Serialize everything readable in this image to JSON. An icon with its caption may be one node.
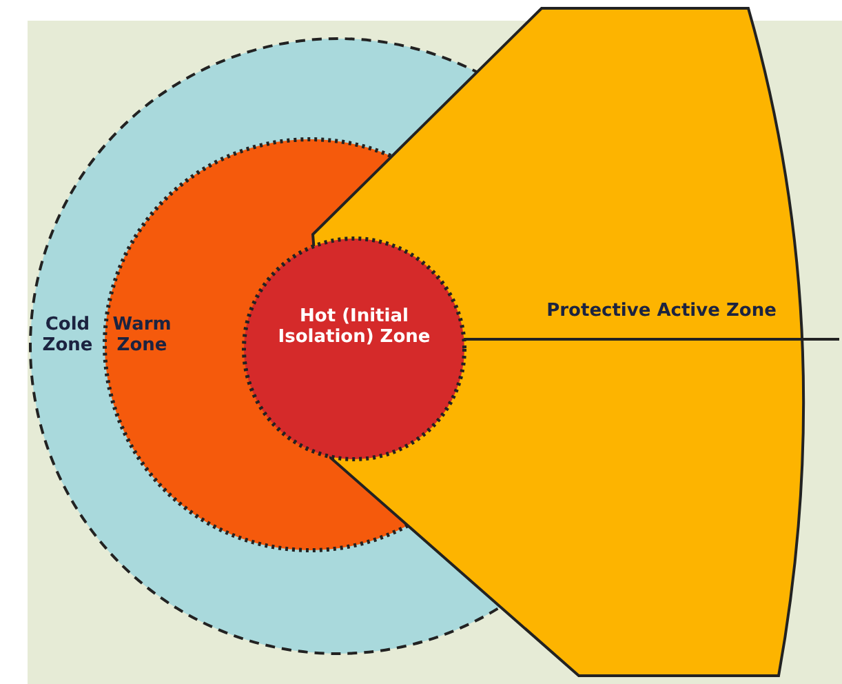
{
  "diagram": {
    "nodes": [
      {
        "text": [
          "Cold Zone"
        ]
      },
      {
        "text": [
          "Warm Zone"
        ]
      },
      {
        "text": [
          "Protective Active Zone"
        ]
      },
      {
        "text": [
          "Hot (Initial Isolation) Zone"
        ]
      }
    ]
  }
}
